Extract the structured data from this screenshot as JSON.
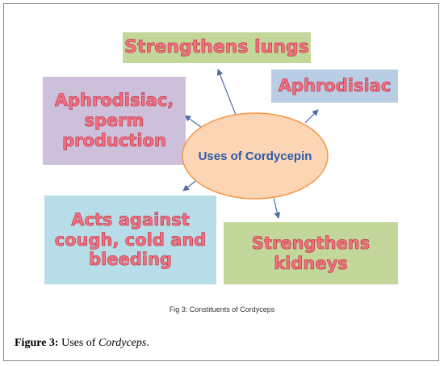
{
  "diagram": {
    "center": "Uses of Cordycepin",
    "nodes": {
      "top": "Strengthens lungs",
      "top_right": "Aphrodisiac",
      "left": [
        "Aphrodisiac,",
        "sperm",
        "production"
      ],
      "bottom_left": [
        "Acts against",
        "cough, cold and",
        "bleeding"
      ],
      "bottom_right": [
        "Strengthens",
        "kidneys"
      ]
    },
    "colors": {
      "green": "#c3d79b",
      "purple": "#ccc0da",
      "blue": "#b9cde5",
      "light_blue": "#b7dee8",
      "ellipse": "#fcd5b5",
      "ellipse_border": "#f79646",
      "node_text": "#f2707f",
      "center_text": "#2e5aa8"
    },
    "inner_caption": "Fig 3: Constituents of Cordyceps"
  },
  "caption": {
    "label": "Figure 3:",
    "text_prefix": "Uses of",
    "text_italic": "Cordyceps",
    "text_suffix": "."
  }
}
